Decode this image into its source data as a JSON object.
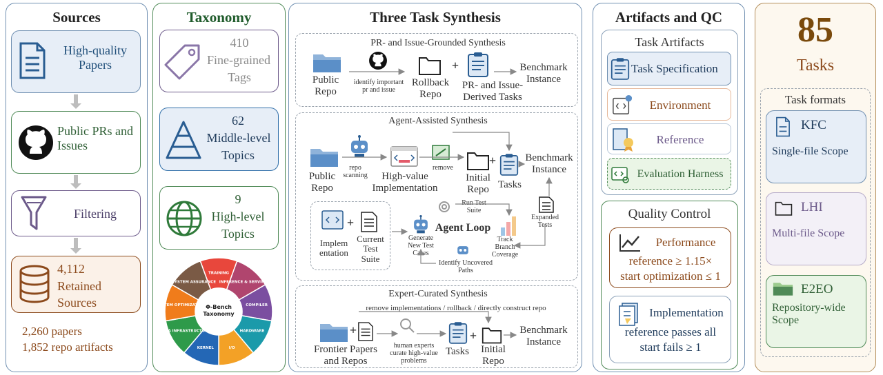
{
  "sources": {
    "title": "Sources",
    "items": [
      {
        "label": "High-quality Papers",
        "icon": "document-icon"
      },
      {
        "label": "Public PRs and Issues",
        "icon": "github-icon"
      },
      {
        "label": "Filtering",
        "icon": "funnel-icon"
      }
    ],
    "retained": {
      "count": "4,112",
      "label": "Retained",
      "label2": "Sources",
      "icon": "database-icon"
    },
    "papers": "2,260 papers",
    "repo_artifacts": "1,852 repo artifacts"
  },
  "taxonomy": {
    "title": "Taxonomy",
    "fine": {
      "count": "410",
      "line1": "Fine-grained",
      "line2": "Tags",
      "icon": "tag-icon"
    },
    "middle": {
      "count": "62",
      "line1": "Middle-level",
      "line2": "Topics",
      "icon": "pyramid-icon"
    },
    "high": {
      "count": "9",
      "line1": "High-level",
      "line2": "Topics",
      "icon": "globe-icon"
    },
    "wheel": {
      "center_line1": "Φ-Bench",
      "center_line2": "Taxonomy",
      "segments": [
        {
          "label": "TRAINING",
          "color": "#e8473c"
        },
        {
          "label": "INFERENCE & SERVING",
          "color": "#b0456e"
        },
        {
          "label": "COMPILER",
          "color": "#7b4ea0"
        },
        {
          "label": "HARDWARE",
          "color": "#1b9aaa"
        },
        {
          "label": "I/O",
          "color": "#f3a126"
        },
        {
          "label": "KERNEL",
          "color": "#2467b5"
        },
        {
          "label": "DATA INFRASTRUCTURE",
          "color": "#2e9a4a"
        },
        {
          "label": "SYSTEM OPTIMIZATION",
          "color": "#f07c1b"
        },
        {
          "label": "SYSTEM ASSURANCE",
          "color": "#7a5a45"
        }
      ]
    }
  },
  "synthesis": {
    "title": "Three Task Synthesis",
    "pr": {
      "title": "PR- and Issue-Grounded Synthesis",
      "public_repo": "Public Repo",
      "identify": "identify important pr and issue",
      "rollback_repo": "Rollback Repo",
      "derived_tasks": "PR- and Issue-Derived Tasks",
      "benchmark": "Benchmark Instance"
    },
    "agent": {
      "title": "Agent-Assisted Synthesis",
      "public_repo": "Public Repo",
      "repo_scanning": "repo scanning",
      "high_value": "High-value Implementation",
      "remove": "remove",
      "initial_repo": "Initial Repo",
      "tasks": "Tasks",
      "benchmark": "Benchmark Instance",
      "implementation": "Implem entation",
      "current_test_suite": "Current Test Suite",
      "agent_loop": "Agent Loop",
      "run_test_suite": "Run Test Suite",
      "generate_cases": "Generate New Test Cases",
      "identify_paths": "Identify Uncovered Paths",
      "track_coverage": "Track Branch Coverage",
      "expanded_tests": "Expanded Tests"
    },
    "expert": {
      "title": "Expert-Curated Synthesis",
      "remove_line": "remove implementations / rollback / directly construct repo",
      "frontier": "Frontier Papers and Repos",
      "curate": "human experts curate high-value problems",
      "tasks": "Tasks",
      "initial_repo": "Initial Repo",
      "benchmark": "Benchmark Instance"
    }
  },
  "artifacts": {
    "title": "Artifacts and QC",
    "task_artifacts_title": "Task Artifacts",
    "items": [
      {
        "label": "Task Specification",
        "icon": "clipboard-icon"
      },
      {
        "label": "Environment",
        "icon": "code-window-icon"
      },
      {
        "label": "Reference",
        "icon": "reference-icon"
      },
      {
        "label": "Evaluation Harness",
        "icon": "harness-icon"
      }
    ],
    "qc_title": "Quality Control",
    "performance": {
      "title": "Performance",
      "line1": "reference ≥ 1.15×",
      "line2": "start optimization ≤ 1"
    },
    "implementation": {
      "title": "Implementation",
      "line1": "reference passes all",
      "line2": "start fails ≥ 1"
    }
  },
  "tasks": {
    "count": "85",
    "label": "Tasks",
    "formats_title": "Task formats",
    "formats": [
      {
        "name": "KFC",
        "scope": "Single-file Scope"
      },
      {
        "name": "LHI",
        "scope": "Multi-file Scope"
      },
      {
        "name": "E2EO",
        "scope": "Repository-wide Scope"
      }
    ]
  },
  "colors": {
    "sources_border": "#6f8fb1",
    "taxonomy_border": "#4f8a57",
    "synthesis_border": "#6f8fb1",
    "tasks_border": "#b38d5a",
    "brown": "#8c4a1c",
    "green": "#2f7a3a",
    "purple": "#6c5a8a"
  }
}
